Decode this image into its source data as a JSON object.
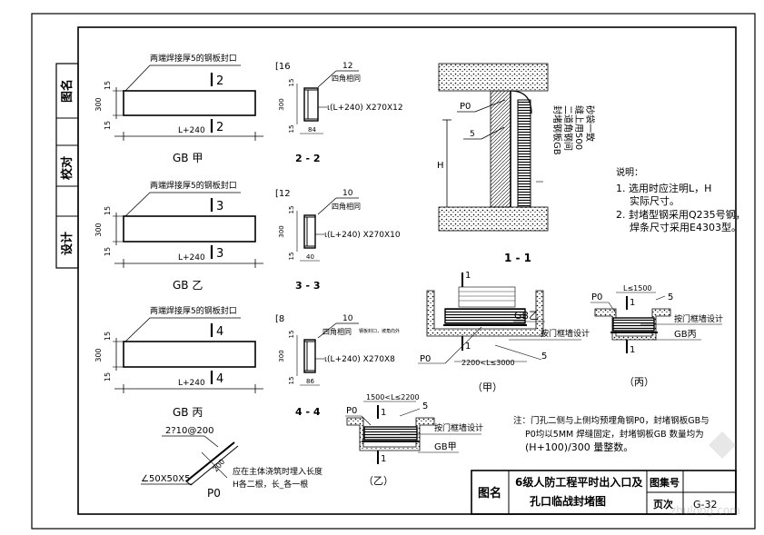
{
  "side_column": {
    "drawing_name": "图名",
    "checked": "校对",
    "designed": "设计"
  },
  "gb_jia": {
    "weld_note": "两端焊接厚5的钢板封口",
    "dim_15_top": "15",
    "dim_300": "300",
    "dim_15_bot": "15",
    "cut_mark": "2",
    "length": "L+240",
    "caption": "GB 甲",
    "sec_plate": "16",
    "sec_weld": "12",
    "sec_weld_note": "四角相同",
    "sec_spec": "(L+240) X270X12",
    "sec_dim_15_top": "15",
    "sec_dim_300": "300",
    "sec_dim_15_bot": "15",
    "sec_width": "84",
    "sec_caption": "2 - 2"
  },
  "gb_yi": {
    "weld_note": "两端焊接厚5的钢板封口",
    "dim_15_top": "15",
    "dim_300": "300",
    "dim_15_bot": "15",
    "cut_mark": "3",
    "length": "L+240",
    "caption": "GB 乙",
    "sec_plate": "12",
    "sec_weld": "10",
    "sec_weld_note": "四角相同",
    "sec_spec": "(L+240) X270X10",
    "sec_dim_15_top": "15",
    "sec_dim_300": "300",
    "sec_dim_15_bot": "15",
    "sec_width": "40",
    "sec_caption": "3 - 3"
  },
  "gb_bing": {
    "weld_note": "两端焊接厚5的钢板封口",
    "dim_15_top": "15",
    "dim_300": "300",
    "dim_15_bot": "15",
    "cut_mark": "4",
    "length": "L+240",
    "caption": "GB 丙",
    "sec_plate": "8",
    "sec_weld": "10",
    "sec_weld_note": "四角相同",
    "sec_weld_note2": "钢板封口，坡角向外",
    "sec_spec": "(L+240) X270X8",
    "sec_dim_15_top": "15",
    "sec_dim_300": "300",
    "sec_dim_15_bot": "15",
    "sec_width": "86",
    "sec_caption": "4 - 4"
  },
  "anchor": {
    "rebar": "2?10@200",
    "angle": "∠50X50X5",
    "length": "200",
    "p0": "P0",
    "note_1": "应在主体浇筑时埋入长度",
    "note_2": "H各二根，长_各一根"
  },
  "section_11": {
    "p0": "P0",
    "weld": "5",
    "height": "H",
    "label_1": "封堵钢板GB",
    "label_2": "二道角钢间",
    "label_3": "缝上用500",
    "label_4": "砂袋一致",
    "caption": "1 - 1"
  },
  "notes": {
    "title": "说明：",
    "n1_a": "1.  选用时应注明L，H",
    "n1_b": "实际尺寸。",
    "n2_a": "2.  封堵型钢采用Q235号钢，",
    "n2_b": "焊条尺寸采用E4303型。"
  },
  "plan_jia": {
    "cut": "1",
    "cut_b": "1",
    "p0": "P0",
    "gb": "GB乙",
    "gb_note": "按门框墙设计",
    "weld": "5",
    "span": "2200<L≤3000",
    "caption": "（甲）"
  },
  "plan_bing": {
    "p0": "P0",
    "span": "L≤1500",
    "weld": "5",
    "cut": "1",
    "cut_b": "1",
    "door_note": "按门框墙设计",
    "gb": "GB丙",
    "caption": "（丙）"
  },
  "plan_yi": {
    "span": "1500<L≤2200",
    "weld": "5",
    "p0": "P0",
    "cut": "1",
    "cut_b": "1",
    "door_note": "按门框墙设计",
    "gb": "GB甲",
    "caption": "（乙）"
  },
  "bottom_note": {
    "line_1": "注：门孔二侧与上侧均预埋角钢P0，封堵钢板GB与",
    "line_2": "P0均以5MM 焊缝固定，封堵钢板GB 数量均为",
    "line_3": "(H+100)/300 量整数。"
  },
  "title_block": {
    "name_label": "图名",
    "name_1": "6级人防工程平时出入口及",
    "name_2": "孔口临战封堵图",
    "set_label": "图集号",
    "page_label": "页次",
    "page_value": "G-32"
  },
  "watermark": "zhulong.com"
}
